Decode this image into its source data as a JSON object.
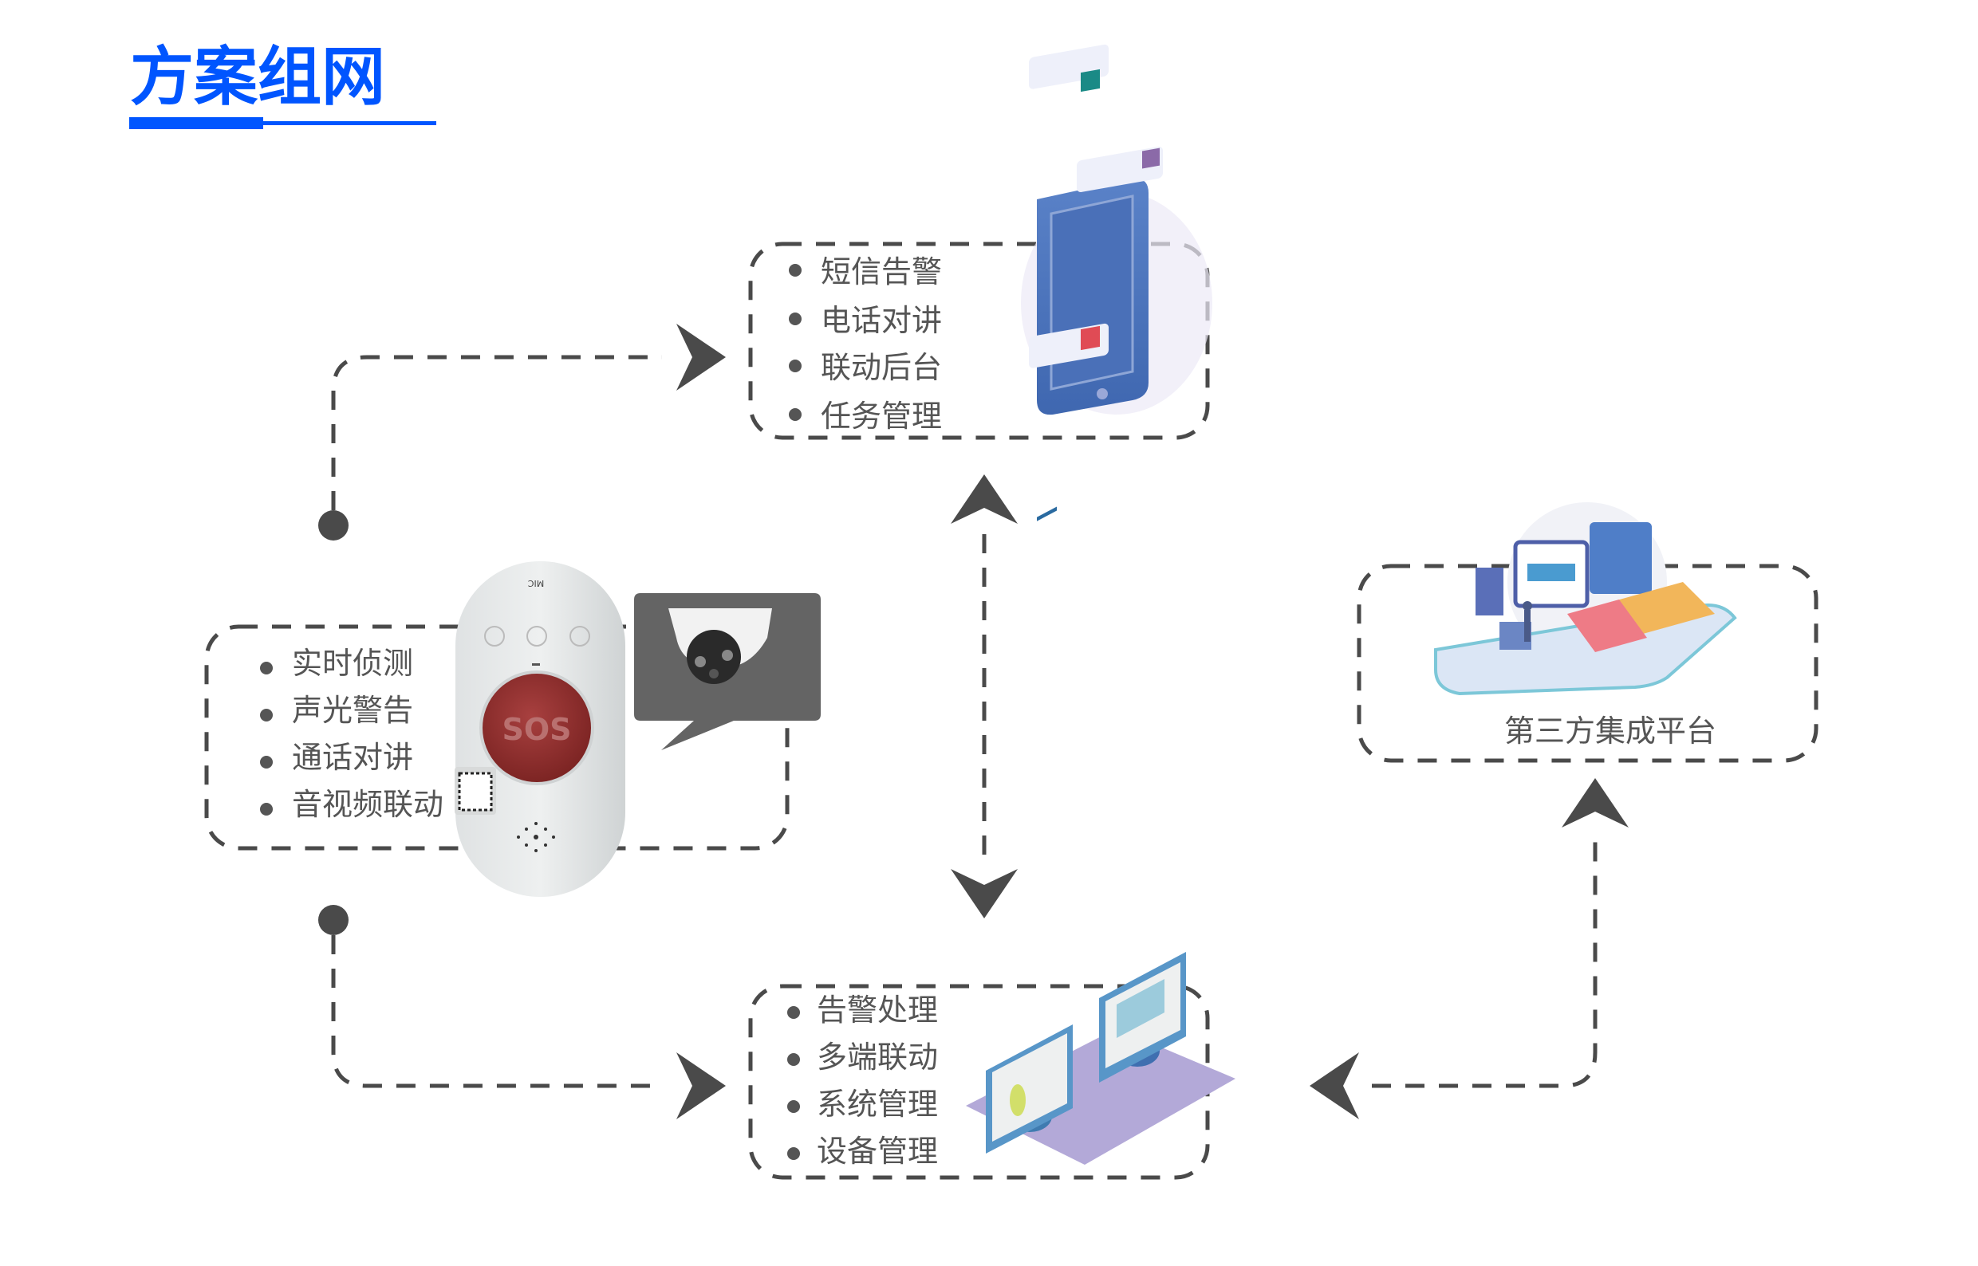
{
  "header": {
    "title": "方案组网",
    "accent_color": "#0055ff"
  },
  "nodes": {
    "app": {
      "items": [
        "短信告警",
        "电话对讲",
        "联动后台",
        "任务管理"
      ],
      "illustration": "smartphone-notifications"
    },
    "device": {
      "items": [
        "实时侦测",
        "声光警告",
        "通话对讲",
        "音视频联动"
      ],
      "sos_label": "SOS",
      "mic_label": "MIC",
      "illustration": "sos-button-and-dome-camera"
    },
    "platform": {
      "label": "第三方集成平台",
      "illustration": "integration-platform"
    },
    "backend": {
      "items": [
        "告警处理",
        "多端联动",
        "系统管理",
        "设备管理"
      ],
      "illustration": "monitors-on-desk"
    }
  },
  "colors": {
    "line": "#4a4a4a",
    "text": "#555555"
  }
}
